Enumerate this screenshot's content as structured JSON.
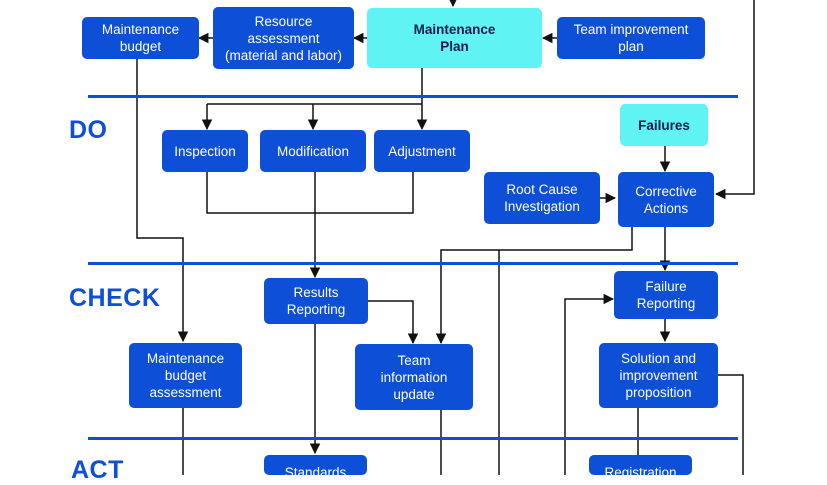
{
  "phases": {
    "do": "DO",
    "check": "CHECK",
    "act": "ACT"
  },
  "boxes": {
    "maintenance_budget": "Maintenance\nbudget",
    "resource_assessment": "Resource\nassessment\n(material and labor)",
    "maintenance_plan": "Maintenance\nPlan",
    "team_improvement_plan": "Team improvement\nplan",
    "failures": "Failures",
    "inspection": "Inspection",
    "modification": "Modification",
    "adjustment": "Adjustment",
    "root_cause_investigation": "Root Cause\nInvestigation",
    "corrective_actions": "Corrective\nActions",
    "results_reporting": "Results\nReporting",
    "failure_reporting": "Failure\nReporting",
    "maintenance_budget_assessment": "Maintenance\nbudget\nassessment",
    "team_information_update": "Team\ninformation\nupdate",
    "solution_and_improvement_proposition": "Solution and\nimprovement\nproposition",
    "standards": "Standards",
    "registration": "Registration"
  },
  "colors": {
    "box_fill": "#0d4fd6",
    "highlight_fill": "#5ff3f3",
    "connector": "#111111",
    "phase_text": "#0d4fd6"
  }
}
